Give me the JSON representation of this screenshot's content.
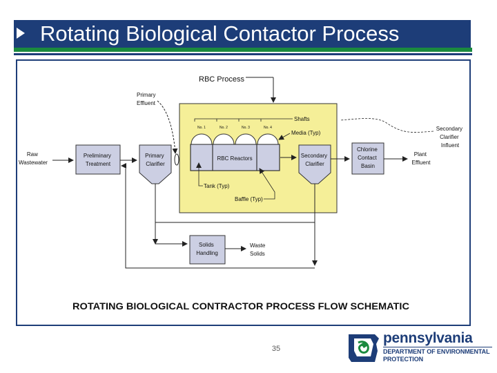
{
  "slide": {
    "title": "Rotating Biological Contactor Process",
    "page_number": "35"
  },
  "logo": {
    "name": "pennsylvania",
    "subtitle_line1": "DEPARTMENT OF ENVIRONMENTAL",
    "subtitle_line2": "PROTECTION"
  },
  "diagram": {
    "heading": "RBC Process",
    "caption": "ROTATING BIOLOGICAL CONTRACTOR PROCESS FLOW SCHEMATIC",
    "labels": {
      "raw_1": "Raw",
      "raw_2": "Wastewater",
      "primary_effluent_1": "Primary",
      "primary_effluent_2": "Effluent",
      "preliminary_1": "Preliminary",
      "preliminary_2": "Treatment",
      "primary_clarifier_1": "Primary",
      "primary_clarifier_2": "Clarifier",
      "rbc_reactors": "RBC Reactors",
      "shafts": "Shafts",
      "media": "Media (Typ)",
      "tank": "Tank (Typ)",
      "baffle": "Baffle (Typ)",
      "secondary_clarifier_1": "Secondary",
      "secondary_clarifier_2": "Clarifier",
      "chlorine_1": "Chlorine",
      "chlorine_2": "Contact",
      "chlorine_3": "Basin",
      "plant_effluent_1": "Plant",
      "plant_effluent_2": "Effluent",
      "sec_influent_1": "Secondary",
      "sec_influent_2": "Clarifier",
      "sec_influent_3": "Influent",
      "solids_1": "Solids",
      "solids_2": "Handling",
      "waste_1": "Waste",
      "waste_2": "Solids",
      "stage_1": "No. 1",
      "stage_2": "No. 2",
      "stage_3": "No. 3",
      "stage_4": "No. 4"
    },
    "colors": {
      "process_fill": "#f5ef98",
      "box_fill": "#cccfe3",
      "frame": "#1d3d78",
      "line": "#222222"
    }
  }
}
